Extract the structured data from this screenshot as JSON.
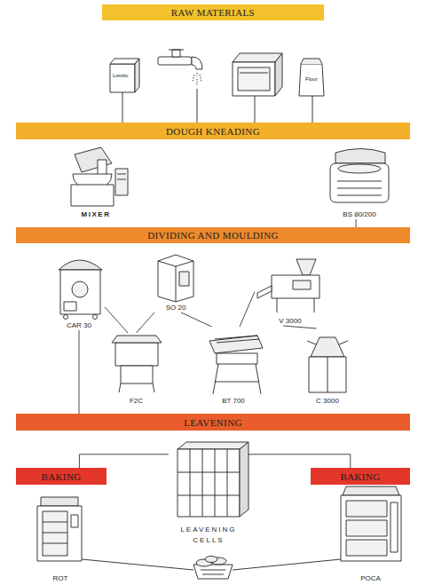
{
  "diagram": {
    "nodes": [
      {
        "text": [
          "RAW MATERIALS"
        ]
      },
      {
        "text": [
          "DOUGH KNEADING"
        ]
      },
      {
        "text": [
          "MIXER"
        ]
      },
      {
        "text": [
          "BS 80/200"
        ]
      },
      {
        "text": [
          "DIVIDING AND MOULDING"
        ]
      },
      {
        "text": [
          "CAR 30"
        ]
      },
      {
        "text": [
          "SO 20"
        ]
      },
      {
        "text": [
          "V 3000"
        ]
      },
      {
        "text": [
          "F2C"
        ]
      },
      {
        "text": [
          "BT 700"
        ]
      },
      {
        "text": [
          "C 3000"
        ]
      },
      {
        "text": [
          "LEAVENING"
        ]
      },
      {
        "text": [
          "BAKING"
        ]
      },
      {
        "text": [
          "LEAVENING CELLS"
        ]
      },
      {
        "text": [
          "BAKING"
        ]
      },
      {
        "text": [
          "ROT"
        ]
      },
      {
        "text": [
          "POCA"
        ]
      }
    ],
    "edges": [
      {
        "from": 3,
        "to": 4,
        "arrow": "none"
      },
      {
        "from": 5,
        "to": 8,
        "arrow": "none"
      },
      {
        "from": 6,
        "to": 8,
        "arrow": "none"
      },
      {
        "from": 6,
        "to": 9,
        "arrow": "none"
      },
      {
        "from": 7,
        "to": 9,
        "arrow": "none"
      },
      {
        "from": 7,
        "to": 10,
        "arrow": "none"
      },
      {
        "from": 5,
        "to": 11,
        "arrow": "none"
      },
      {
        "from": 13,
        "to": 12,
        "arrow": "none"
      },
      {
        "from": 13,
        "to": 14,
        "arrow": "none"
      }
    ],
    "labels": [
      "Lievito",
      "Flour"
    ]
  }
}
